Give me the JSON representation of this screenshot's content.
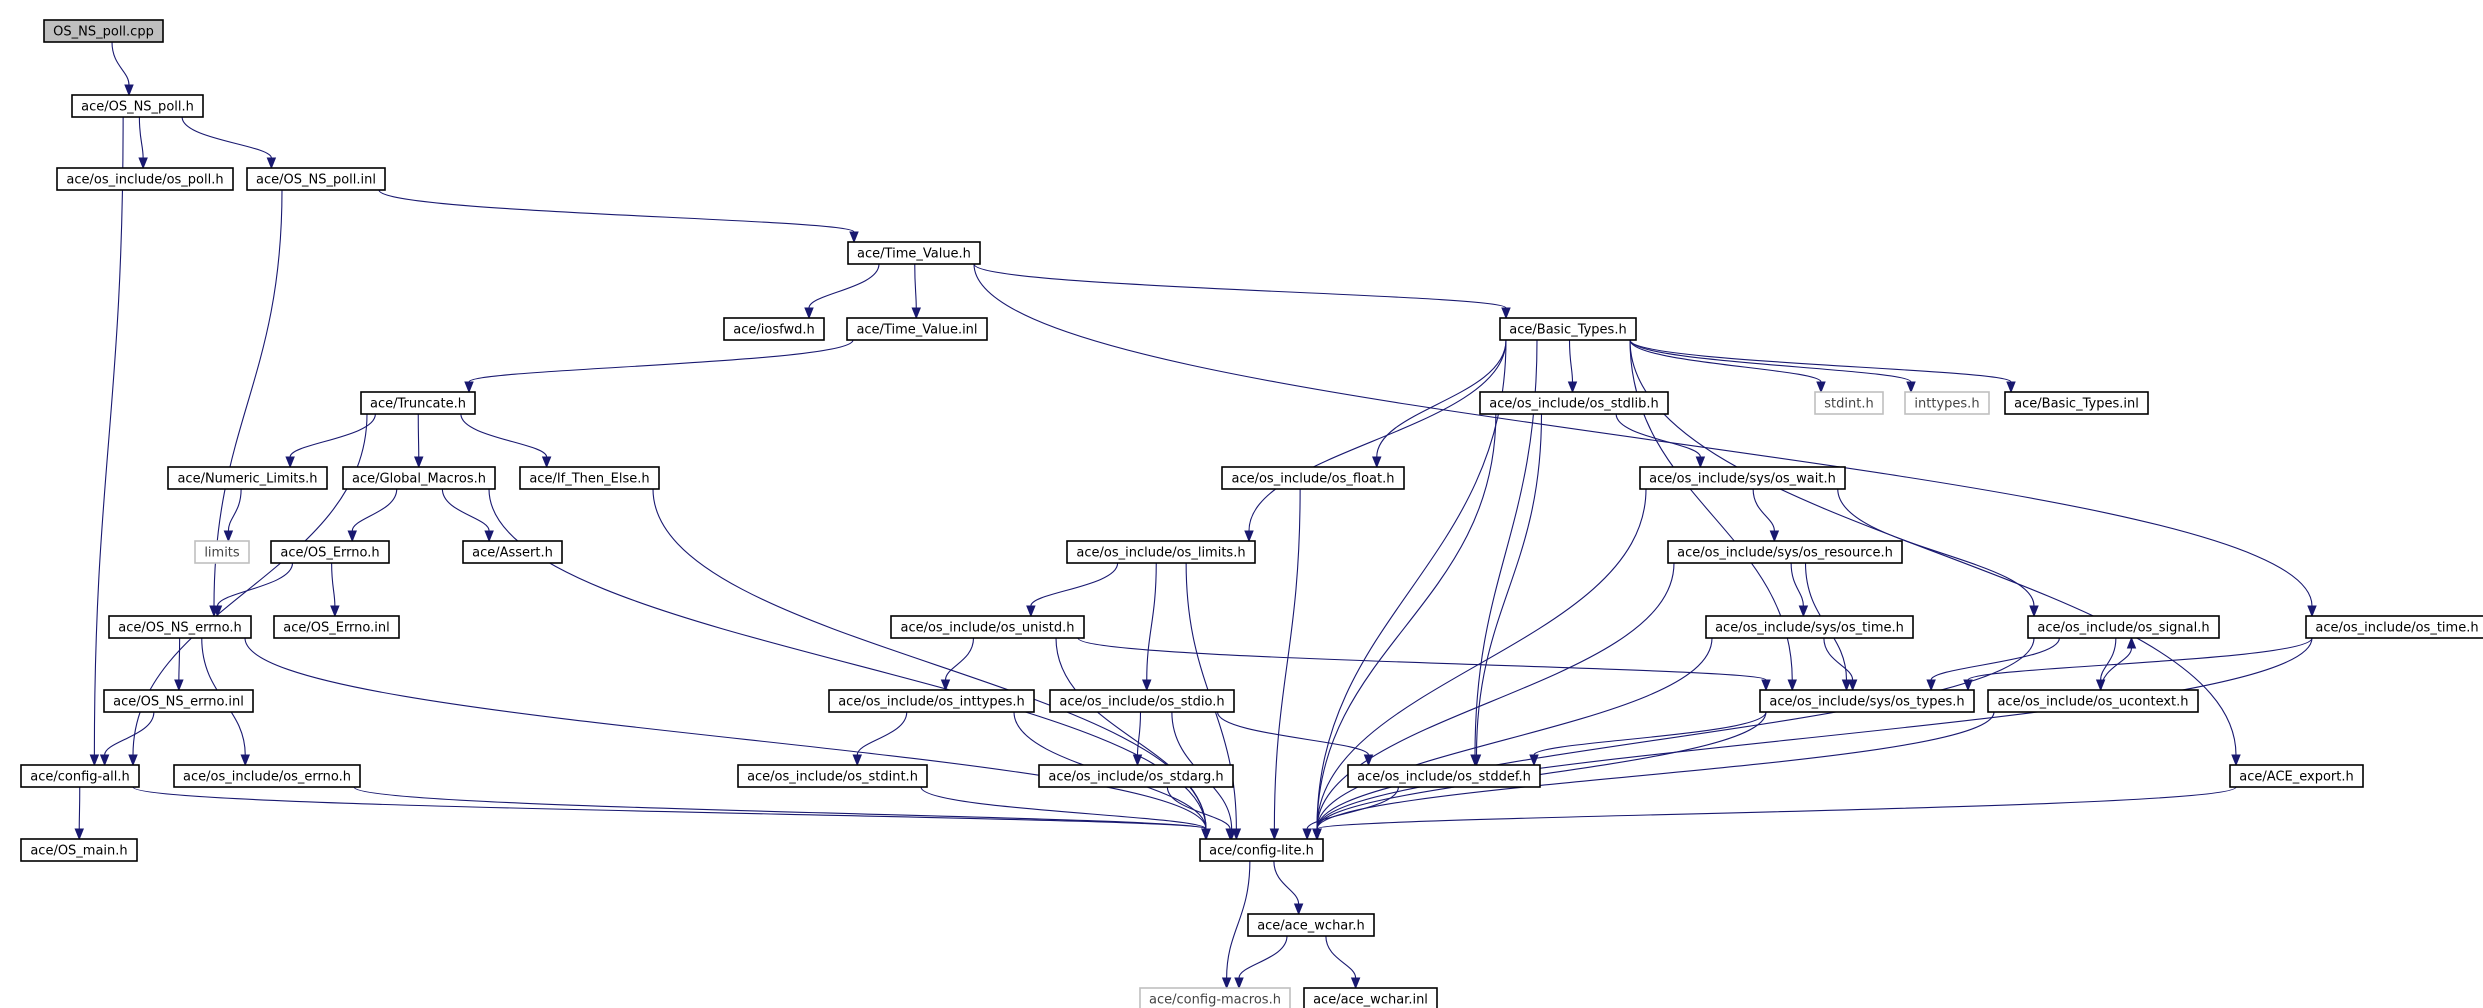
{
  "graph": {
    "root": "OS_NS_poll.cpp",
    "nodes": [
      {
        "id": "n0",
        "label": "OS_NS_poll.cpp",
        "kind": "root"
      },
      {
        "id": "n1",
        "label": "ace/OS_NS_poll.h",
        "kind": "file"
      },
      {
        "id": "n2",
        "label": "ace/os_include/os_poll.h",
        "kind": "file"
      },
      {
        "id": "n3",
        "label": "ace/OS_NS_poll.inl",
        "kind": "file"
      },
      {
        "id": "n4",
        "label": "ace/Time_Value.h",
        "kind": "file"
      },
      {
        "id": "n5",
        "label": "ace/iosfwd.h",
        "kind": "file"
      },
      {
        "id": "n6",
        "label": "ace/Time_Value.inl",
        "kind": "file"
      },
      {
        "id": "n7",
        "label": "ace/Basic_Types.h",
        "kind": "file"
      },
      {
        "id": "n8",
        "label": "ace/Truncate.h",
        "kind": "file"
      },
      {
        "id": "n9",
        "label": "ace/os_include/os_stdlib.h",
        "kind": "file"
      },
      {
        "id": "n10",
        "label": "stdint.h",
        "kind": "external"
      },
      {
        "id": "n11",
        "label": "inttypes.h",
        "kind": "external"
      },
      {
        "id": "n12",
        "label": "ace/Basic_Types.inl",
        "kind": "file"
      },
      {
        "id": "n13",
        "label": "ace/Numeric_Limits.h",
        "kind": "file"
      },
      {
        "id": "n14",
        "label": "ace/Global_Macros.h",
        "kind": "file"
      },
      {
        "id": "n15",
        "label": "ace/If_Then_Else.h",
        "kind": "file"
      },
      {
        "id": "n16",
        "label": "ace/os_include/os_float.h",
        "kind": "file"
      },
      {
        "id": "n17",
        "label": "ace/os_include/sys/os_wait.h",
        "kind": "file"
      },
      {
        "id": "n18",
        "label": "limits",
        "kind": "external"
      },
      {
        "id": "n19",
        "label": "ace/OS_Errno.h",
        "kind": "file"
      },
      {
        "id": "n20",
        "label": "ace/Assert.h",
        "kind": "file"
      },
      {
        "id": "n21",
        "label": "ace/os_include/os_limits.h",
        "kind": "file"
      },
      {
        "id": "n22",
        "label": "ace/os_include/sys/os_resource.h",
        "kind": "file"
      },
      {
        "id": "n23",
        "label": "ace/OS_NS_errno.h",
        "kind": "file"
      },
      {
        "id": "n24",
        "label": "ace/OS_Errno.inl",
        "kind": "file"
      },
      {
        "id": "n25",
        "label": "ace/os_include/os_unistd.h",
        "kind": "file"
      },
      {
        "id": "n26",
        "label": "ace/os_include/sys/os_time.h",
        "kind": "file"
      },
      {
        "id": "n27",
        "label": "ace/os_include/os_signal.h",
        "kind": "file"
      },
      {
        "id": "n28",
        "label": "ace/os_include/os_time.h",
        "kind": "file"
      },
      {
        "id": "n29",
        "label": "ace/OS_NS_errno.inl",
        "kind": "file"
      },
      {
        "id": "n30",
        "label": "ace/os_include/os_inttypes.h",
        "kind": "file"
      },
      {
        "id": "n31",
        "label": "ace/os_include/os_stdio.h",
        "kind": "file"
      },
      {
        "id": "n32",
        "label": "ace/os_include/sys/os_types.h",
        "kind": "file"
      },
      {
        "id": "n33",
        "label": "ace/os_include/os_ucontext.h",
        "kind": "file"
      },
      {
        "id": "n34",
        "label": "ace/config-all.h",
        "kind": "file"
      },
      {
        "id": "n35",
        "label": "ace/os_include/os_errno.h",
        "kind": "file"
      },
      {
        "id": "n36",
        "label": "ace/os_include/os_stdint.h",
        "kind": "file"
      },
      {
        "id": "n37",
        "label": "ace/os_include/os_stdarg.h",
        "kind": "file"
      },
      {
        "id": "n38",
        "label": "ace/os_include/os_stddef.h",
        "kind": "file"
      },
      {
        "id": "n39",
        "label": "ace/ACE_export.h",
        "kind": "file"
      },
      {
        "id": "n40",
        "label": "ace/OS_main.h",
        "kind": "file"
      },
      {
        "id": "n41",
        "label": "ace/config-lite.h",
        "kind": "file"
      },
      {
        "id": "n42",
        "label": "ace/ace_wchar.h",
        "kind": "file"
      },
      {
        "id": "n43",
        "label": "ace/config-macros.h",
        "kind": "external"
      },
      {
        "id": "n44",
        "label": "ace/ace_wchar.inl",
        "kind": "file"
      }
    ],
    "edges": [
      [
        "n0",
        "n1"
      ],
      [
        "n1",
        "n2"
      ],
      [
        "n1",
        "n3"
      ],
      [
        "n1",
        "n34"
      ],
      [
        "n3",
        "n4"
      ],
      [
        "n3",
        "n23"
      ],
      [
        "n4",
        "n5"
      ],
      [
        "n4",
        "n6"
      ],
      [
        "n4",
        "n7"
      ],
      [
        "n4",
        "n28"
      ],
      [
        "n6",
        "n8"
      ],
      [
        "n7",
        "n9"
      ],
      [
        "n7",
        "n10"
      ],
      [
        "n7",
        "n11"
      ],
      [
        "n7",
        "n12"
      ],
      [
        "n7",
        "n16"
      ],
      [
        "n7",
        "n21"
      ],
      [
        "n7",
        "n32"
      ],
      [
        "n7",
        "n38"
      ],
      [
        "n7",
        "n39"
      ],
      [
        "n7",
        "n41"
      ],
      [
        "n8",
        "n13"
      ],
      [
        "n8",
        "n14"
      ],
      [
        "n8",
        "n15"
      ],
      [
        "n8",
        "n34"
      ],
      [
        "n9",
        "n17"
      ],
      [
        "n9",
        "n38"
      ],
      [
        "n9",
        "n41"
      ],
      [
        "n13",
        "n18"
      ],
      [
        "n14",
        "n19"
      ],
      [
        "n14",
        "n20"
      ],
      [
        "n14",
        "n41"
      ],
      [
        "n15",
        "n41"
      ],
      [
        "n16",
        "n41"
      ],
      [
        "n17",
        "n22"
      ],
      [
        "n17",
        "n27"
      ],
      [
        "n17",
        "n41"
      ],
      [
        "n19",
        "n23"
      ],
      [
        "n19",
        "n24"
      ],
      [
        "n21",
        "n25"
      ],
      [
        "n21",
        "n31"
      ],
      [
        "n21",
        "n41"
      ],
      [
        "n22",
        "n26"
      ],
      [
        "n22",
        "n32"
      ],
      [
        "n22",
        "n41"
      ],
      [
        "n23",
        "n29"
      ],
      [
        "n23",
        "n35"
      ],
      [
        "n23",
        "n41"
      ],
      [
        "n25",
        "n30"
      ],
      [
        "n25",
        "n32"
      ],
      [
        "n25",
        "n41"
      ],
      [
        "n26",
        "n32"
      ],
      [
        "n26",
        "n41"
      ],
      [
        "n27",
        "n32"
      ],
      [
        "n27",
        "n33"
      ],
      [
        "n27",
        "n41"
      ],
      [
        "n28",
        "n32"
      ],
      [
        "n28",
        "n41"
      ],
      [
        "n29",
        "n34"
      ],
      [
        "n30",
        "n36"
      ],
      [
        "n30",
        "n41"
      ],
      [
        "n31",
        "n37"
      ],
      [
        "n31",
        "n38"
      ],
      [
        "n31",
        "n41"
      ],
      [
        "n32",
        "n38"
      ],
      [
        "n32",
        "n41"
      ],
      [
        "n33",
        "n27"
      ],
      [
        "n33",
        "n41"
      ],
      [
        "n34",
        "n40"
      ],
      [
        "n34",
        "n41"
      ],
      [
        "n35",
        "n41"
      ],
      [
        "n36",
        "n41"
      ],
      [
        "n37",
        "n41"
      ],
      [
        "n38",
        "n41"
      ],
      [
        "n39",
        "n41"
      ],
      [
        "n41",
        "n42"
      ],
      [
        "n41",
        "n43"
      ],
      [
        "n42",
        "n43"
      ],
      [
        "n42",
        "n44"
      ]
    ]
  }
}
